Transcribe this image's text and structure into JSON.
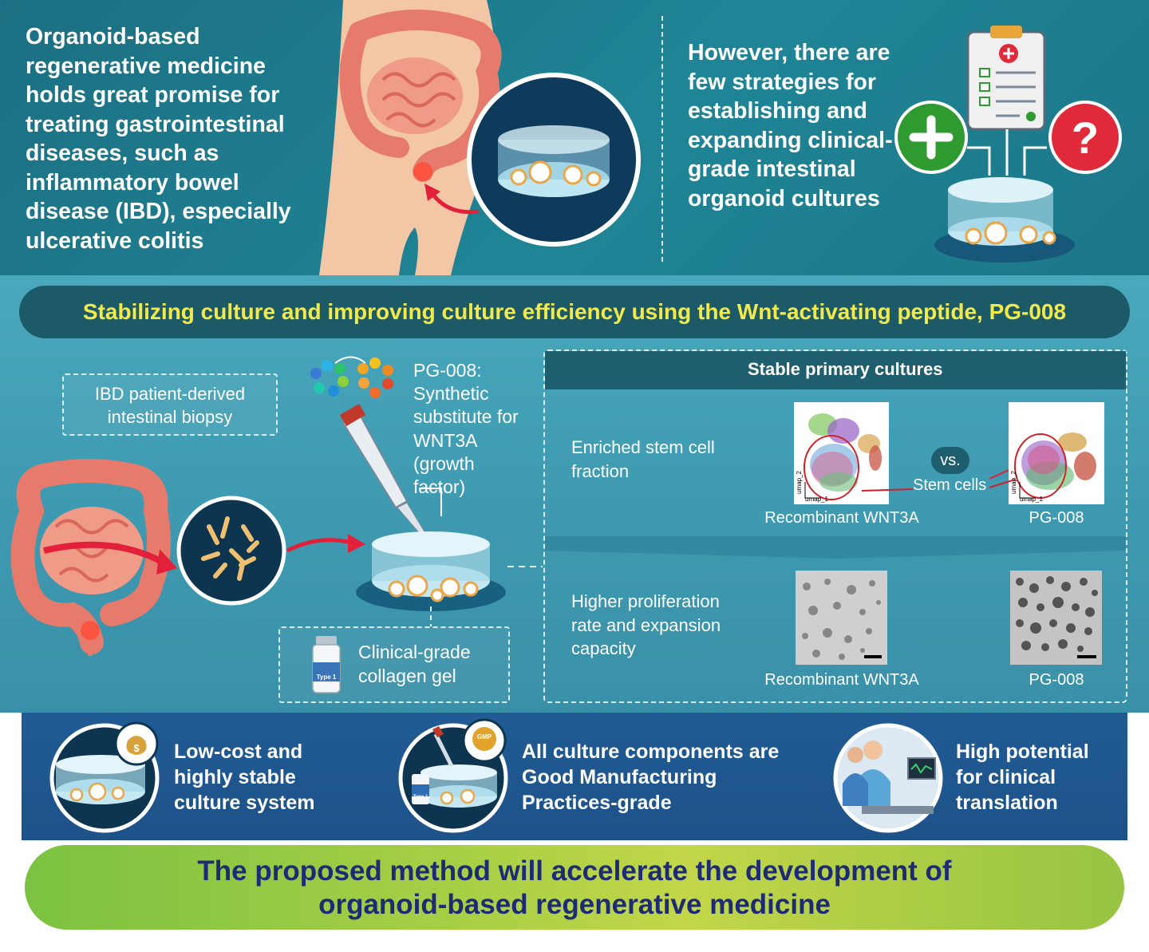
{
  "top": {
    "left_text": "Organoid-based regenerative medicine holds great promise for treating gastrointestinal diseases, such as inflammatory bowel disease (IBD), especially ulcerative colitis",
    "right_text": "However, there are few strategies for establishing and expanding clinical-grade intestinal organoid cultures"
  },
  "banner": "Stabilizing culture and improving culture efficiency using the Wnt-activating peptide, PG-008",
  "workflow": {
    "biopsy_label": "IBD patient-derived intestinal biopsy",
    "pg_label": "PG-008: Synthetic substitute for WNT3A (growth factor)",
    "collagen_label": "Clinical-grade collagen gel",
    "vial_label": "Type 1"
  },
  "stable": {
    "title": "Stable primary cultures",
    "stem_label": "Enriched stem cell fraction",
    "prolif_label": "Higher proliferation rate and expansion capacity",
    "vs": "vs.",
    "stem_cells": "Stem cells",
    "umap_x": "umap_1",
    "umap_y": "umap_2",
    "cap_wnt_1": "Recombinant WNT3A",
    "cap_pg_1": "PG-008",
    "cap_wnt_2": "Recombinant WNT3A",
    "cap_pg_2": "PG-008"
  },
  "features": [
    {
      "text": "Low-cost and highly stable culture system"
    },
    {
      "text": "All culture components are Good Manufacturing Practices-grade",
      "badge": "GMP",
      "vial": "Type 1"
    },
    {
      "text": "High potential for clinical translation"
    }
  ],
  "conclusion": {
    "line1": "The proposed method will accelerate the development of",
    "line2": "organoid-based regenerative medicine"
  },
  "colors": {
    "top_bg": "#1f8596",
    "mid_bg": "#3f9cb2",
    "banner_bg": "#1d5a68",
    "banner_text": "#f3ea4a",
    "bottom_band": "#1d5289",
    "conclusion_text": "#1c2a78",
    "plus_green": "#2f9a2f",
    "question_red": "#e02a3a"
  },
  "icons": [
    "intestine-icon",
    "petri-dish-icon",
    "clipboard-icon",
    "plus-icon",
    "question-icon",
    "pipette-icon",
    "peptide-icon",
    "vial-icon",
    "money-bag-icon",
    "gmp-badge-icon",
    "doctors-icon",
    "check-icon"
  ]
}
